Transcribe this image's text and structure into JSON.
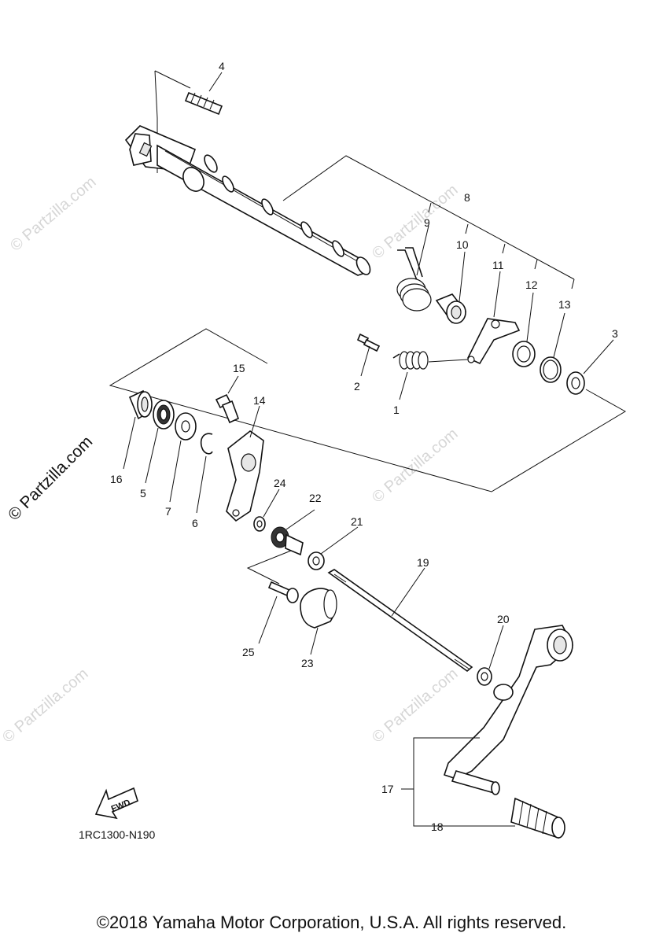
{
  "watermarks": {
    "side": "© Partzilla.com",
    "faint": "© Partzilla.com"
  },
  "callouts": [
    "1",
    "2",
    "3",
    "4",
    "5",
    "6",
    "7",
    "8",
    "9",
    "10",
    "11",
    "12",
    "13",
    "14",
    "15",
    "16",
    "17",
    "18",
    "19",
    "20",
    "21",
    "22",
    "23",
    "24",
    "25"
  ],
  "fwd_label": "FWD",
  "drawing_code": "1RC1300-N190",
  "copyright": "©2018 Yamaha Motor Corporation, U.S.A. All rights reserved."
}
